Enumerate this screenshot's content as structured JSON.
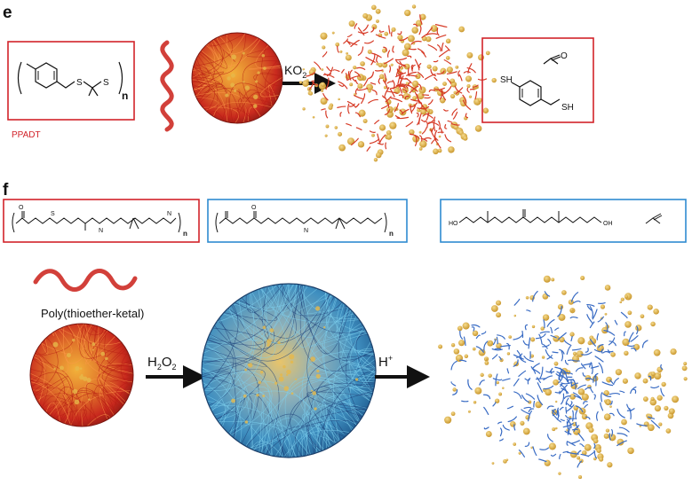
{
  "panel_e": {
    "label": "e",
    "polymer_name": "PPADT",
    "subscript_n": "n",
    "reagent": "KO",
    "reagent_sub": "2",
    "product_atoms": {
      "sh1": "SH",
      "sh2": "SH",
      "s1": "S",
      "s2": "S",
      "o": "O"
    }
  },
  "panel_f": {
    "label": "f",
    "polymer_name": "Poly(thioether-ketal)",
    "step1_reagent": "H",
    "step1_sub1": "2",
    "step1_o": "O",
    "step1_sub2": "2",
    "step2_reagent": "H",
    "step2_sup": "+",
    "subscript_n": "n",
    "atoms": {
      "s": "S",
      "o": "O",
      "n": "N",
      "h": "H",
      "ho": "HO",
      "oh": "OH",
      "nh": "N",
      "so": "O"
    }
  },
  "colors": {
    "red_box": "#d2232a",
    "blue_box": "#2e8bd0",
    "ppadt_label": "#d2232a",
    "arrow": "#111111",
    "particle_gold": "#e6b84a",
    "red_fiber": "#d63a26",
    "blue_fiber": "#3a6cc4"
  }
}
